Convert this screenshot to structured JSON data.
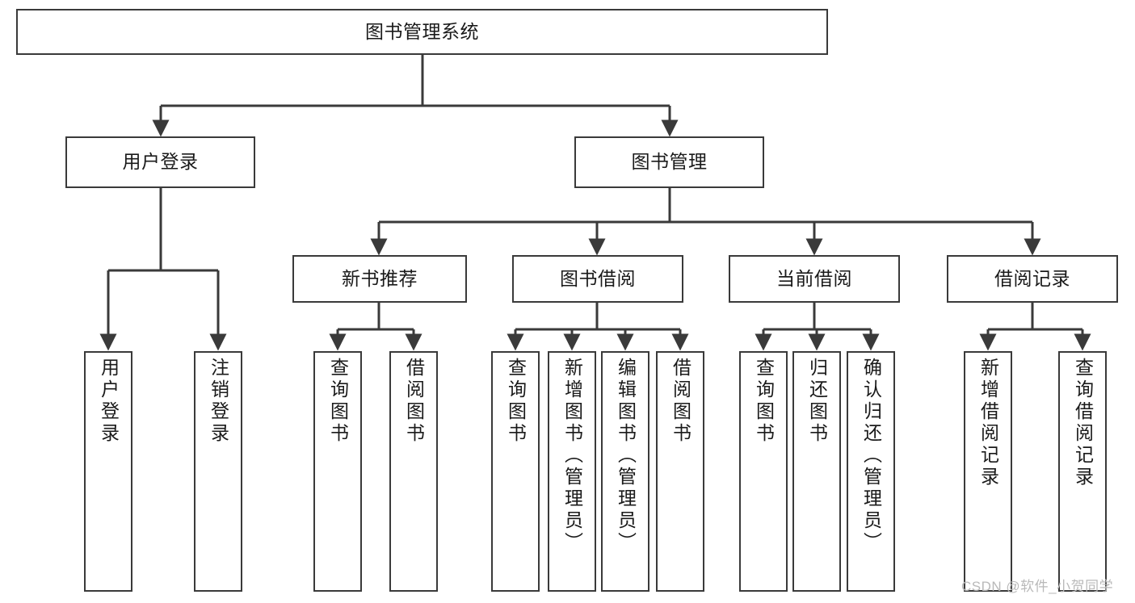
{
  "diagram": {
    "title": "图书管理系统",
    "type": "tree-hierarchy-chart",
    "orientation": "top-down",
    "colors": {
      "box_border": "#3a3a3a",
      "box_fill": "#ffffff",
      "edge": "#3a3a3a",
      "text": "#1a1a1a",
      "watermark": "#b9b9b9",
      "background": "#ffffff"
    }
  },
  "watermark": {
    "text": "CSDN @软件_小贺同学"
  },
  "nodes": {
    "root": {
      "label": "图书管理系统"
    },
    "level1": [
      {
        "id": "user-login",
        "label": "用户登录"
      },
      {
        "id": "book-management",
        "label": "图书管理"
      }
    ],
    "level2": [
      {
        "id": "new-book-recommend",
        "label": "新书推荐"
      },
      {
        "id": "book-borrow",
        "label": "图书借阅"
      },
      {
        "id": "current-borrow",
        "label": "当前借阅"
      },
      {
        "id": "borrow-record",
        "label": "借阅记录"
      }
    ],
    "leaves": {
      "user-login": [
        {
          "id": "leaf-user-login",
          "label": "用户登录"
        },
        {
          "id": "leaf-logout-login",
          "label": "注销登录"
        }
      ],
      "new-book-recommend": [
        {
          "id": "leaf-query-book-1",
          "label": "查询图书"
        },
        {
          "id": "leaf-borrow-book-1",
          "label": "借阅图书"
        }
      ],
      "book-borrow": [
        {
          "id": "leaf-query-book-2",
          "label": "查询图书"
        },
        {
          "id": "leaf-add-book-admin",
          "label": "新增图书（管理员）"
        },
        {
          "id": "leaf-edit-book-admin",
          "label": "编辑图书（管理员）"
        },
        {
          "id": "leaf-borrow-book-2",
          "label": "借阅图书"
        }
      ],
      "current-borrow": [
        {
          "id": "leaf-query-book-3",
          "label": "查询图书"
        },
        {
          "id": "leaf-return-book",
          "label": "归还图书"
        },
        {
          "id": "leaf-confirm-return-admin",
          "label": "确认归还（管理员）"
        }
      ],
      "borrow-record": [
        {
          "id": "leaf-add-borrow-record",
          "label": "新增借阅记录"
        },
        {
          "id": "leaf-query-borrow-record",
          "label": "查询借阅记录"
        }
      ]
    }
  }
}
